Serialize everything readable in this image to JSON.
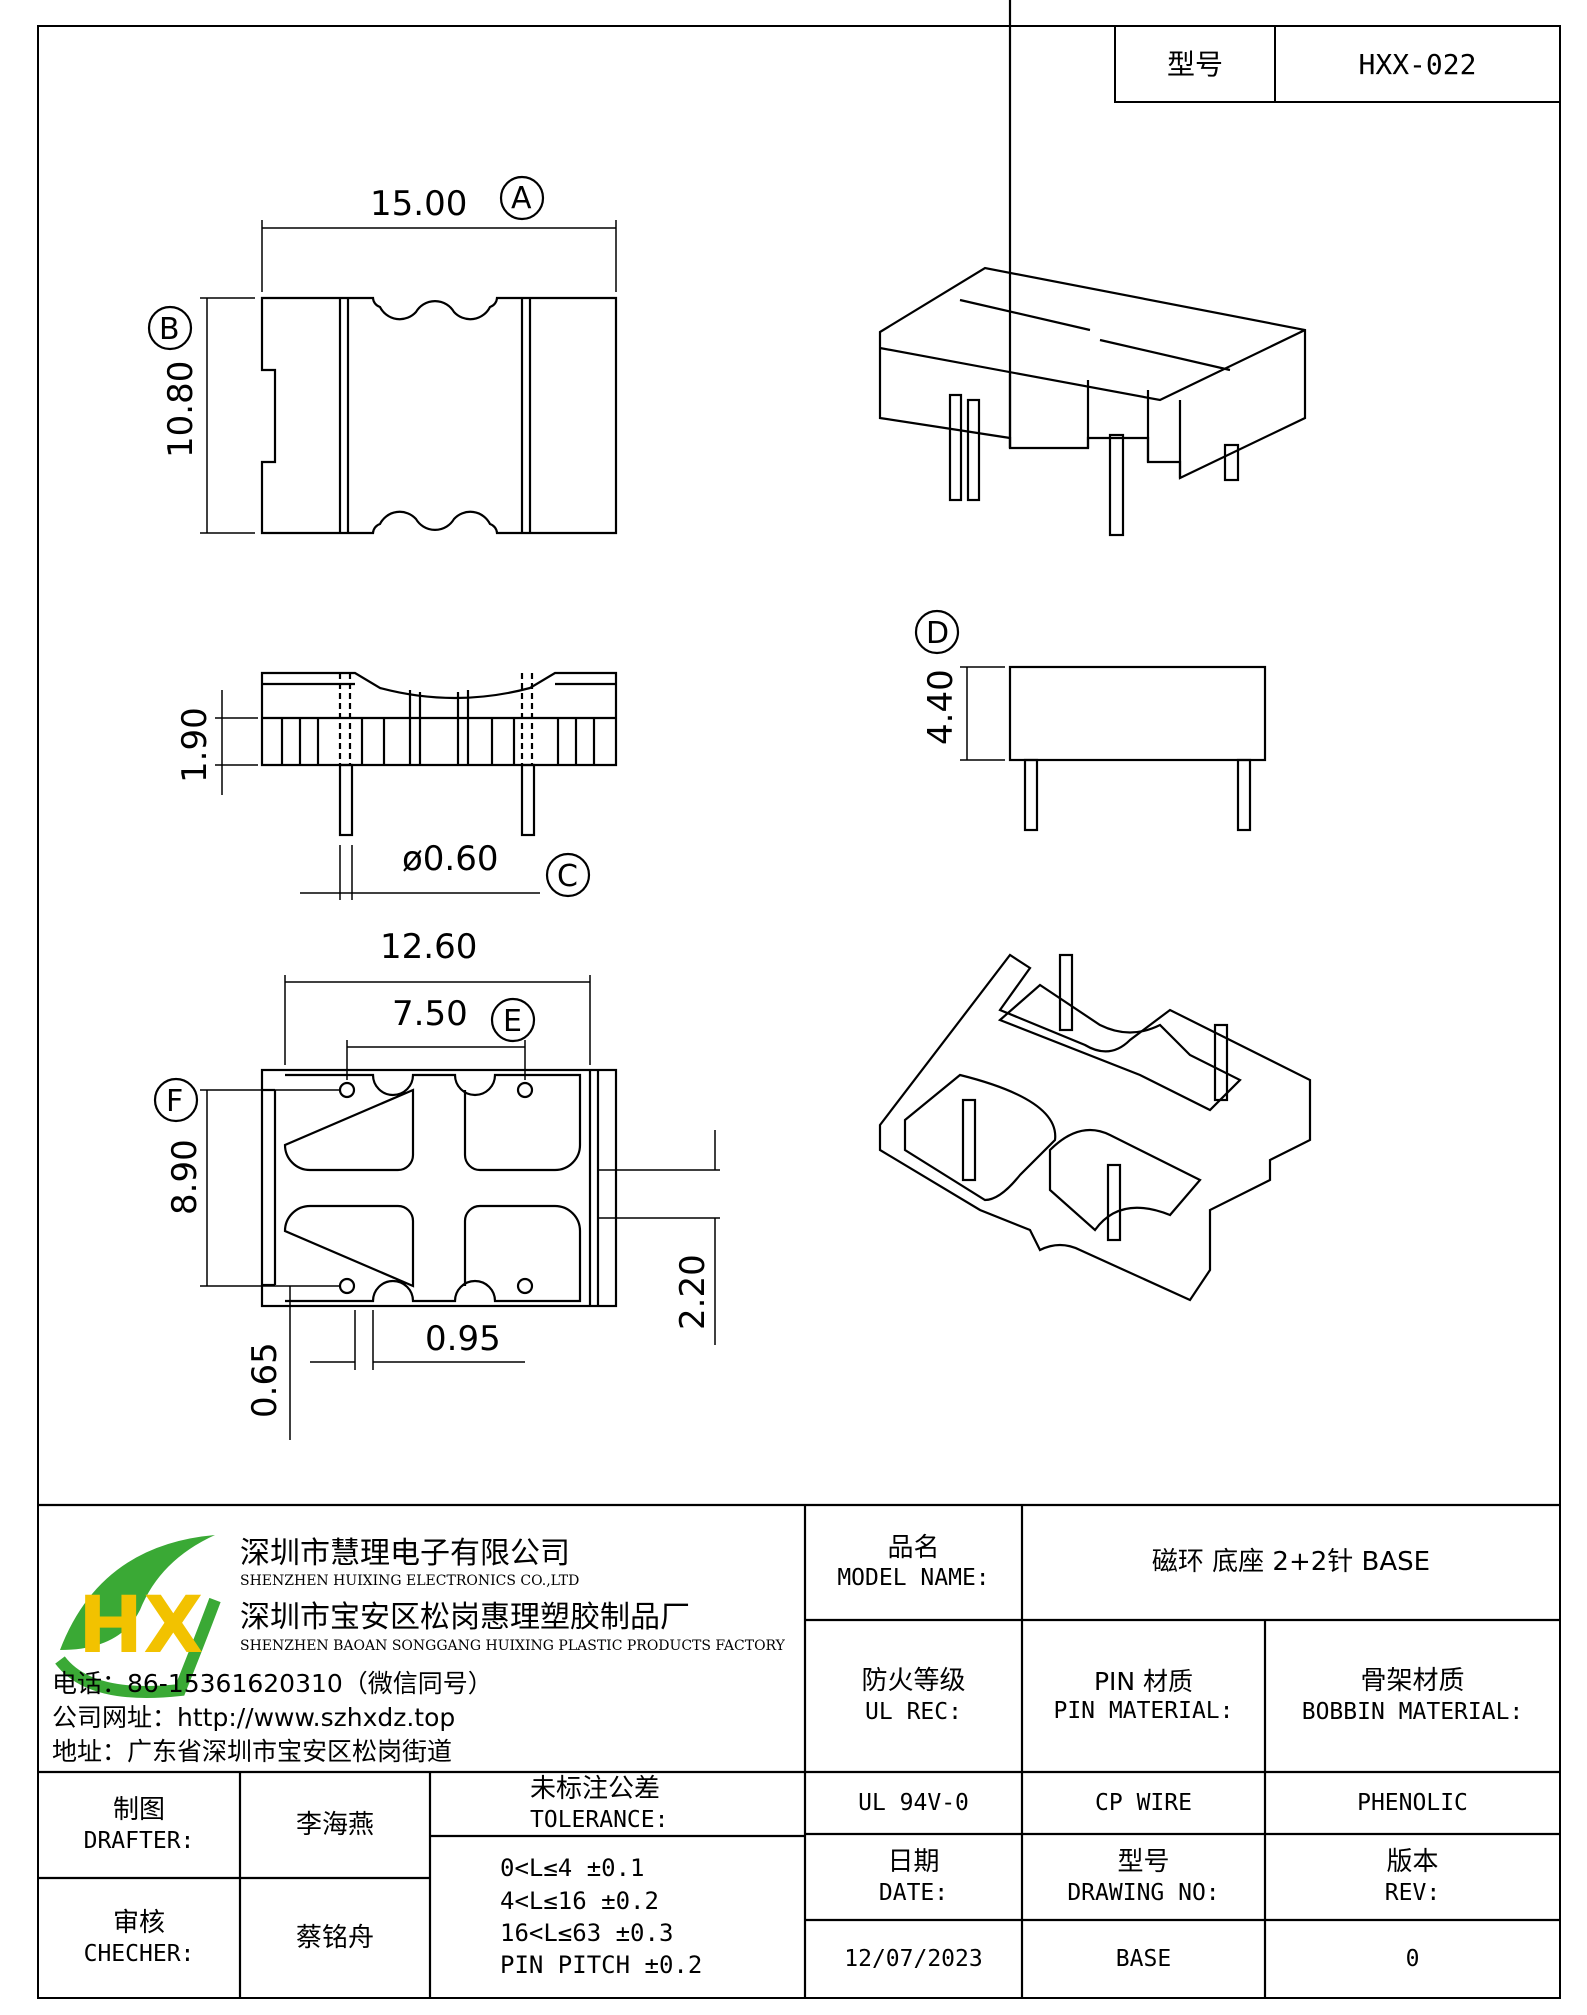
{
  "part_box": {
    "label": "型号",
    "value": "HXX-022"
  },
  "dimensions": {
    "top_width": "15.00",
    "top_width_ref": "A",
    "top_height": "10.80",
    "top_height_ref": "B",
    "side_pin_offset": "1.90",
    "pin_dia": "ø0.60",
    "pin_dia_ref": "C",
    "height": "4.40",
    "height_ref": "D",
    "bottom_width": "12.60",
    "pin_span": "7.50",
    "pin_span_ref": "E",
    "pin_pitch_vertical": "8.90",
    "pin_pitch_vertical_ref": "F",
    "right_offset": "2.20",
    "left_offset": "0.65",
    "slot_width": "0.95"
  },
  "company": {
    "logo_text": "HX",
    "name_cn": "深圳市慧理电子有限公司",
    "name_en": "SHENZHEN HUIXING ELECTRONICS CO.,LTD",
    "factory_cn": "深圳市宝安区松岗惠理塑胶制品厂",
    "factory_en": "SHENZHEN BAOAN SONGGANG HUIXING PLASTIC PRODUCTS FACTORY",
    "phone": "电话：86-15361620310（微信同号）",
    "website": "公司网址：http://www.szhxdz.top",
    "address": "地址：广东省深圳市宝安区松岗街道"
  },
  "title_block": {
    "model_name_cn": "品名",
    "model_name_en": "MODEL NAME:",
    "model_name_value": "磁环 底座 2+2针   BASE",
    "ul_cn": "防火等级",
    "ul_en": "UL REC:",
    "pin_mat_cn": "PIN 材质",
    "pin_mat_en": "PIN MATERIAL:",
    "bobbin_cn": "骨架材质",
    "bobbin_en": "BOBBIN MATERIAL:",
    "ul_value": "UL 94V-0",
    "pin_value": "CP WIRE",
    "bobbin_value": "PHENOLIC",
    "drafter_cn": "制图",
    "drafter_en": "DRAFTER:",
    "drafter_name": "李海燕",
    "checker_cn": "审核",
    "checker_en": "CHECHER:",
    "checker_name": "蔡铭舟",
    "tolerance_cn": "未标注公差",
    "tolerance_en": "TOLERANCE:",
    "tolerances": [
      "0<L≤4  ±0.1",
      "4<L≤16  ±0.2",
      "16<L≤63  ±0.3",
      "PIN PITCH  ±0.2"
    ],
    "date_cn": "日期",
    "date_en": "DATE:",
    "drawing_cn": "型号",
    "drawing_en": "DRAWING NO:",
    "rev_cn": "版本",
    "rev_en": "REV:",
    "date_value": "12/07/2023",
    "drawing_value": "BASE",
    "rev_value": "0"
  },
  "colors": {
    "logo_green": "#3aa935",
    "logo_yellow": "#f2c200",
    "line": "#000000"
  }
}
